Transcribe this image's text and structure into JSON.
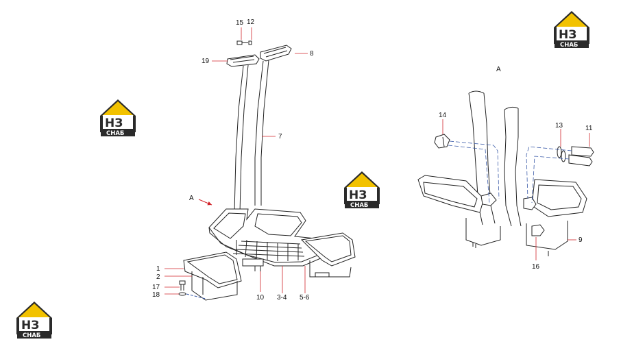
{
  "diagram": {
    "view_labels": {
      "main": "A",
      "detail": "A"
    },
    "callouts": {
      "c1": "1",
      "c2": "2",
      "c3_4": "3-4",
      "c5_6": "5-6",
      "c7": "7",
      "c8": "8",
      "c9": "9",
      "c10": "10",
      "c11": "11",
      "c12": "12",
      "c13": "13",
      "c14": "14",
      "c15": "15",
      "c16": "16",
      "c17": "17",
      "c18": "18",
      "c19": "19"
    },
    "accent_color": "#d1242a",
    "dash_color": "#3a5aa8"
  },
  "watermark": {
    "mark": "НЗ",
    "caption": "СНАБ",
    "colors": {
      "roof": "#f2c200",
      "dark": "#2a2a2a",
      "light": "#ffffff"
    }
  }
}
